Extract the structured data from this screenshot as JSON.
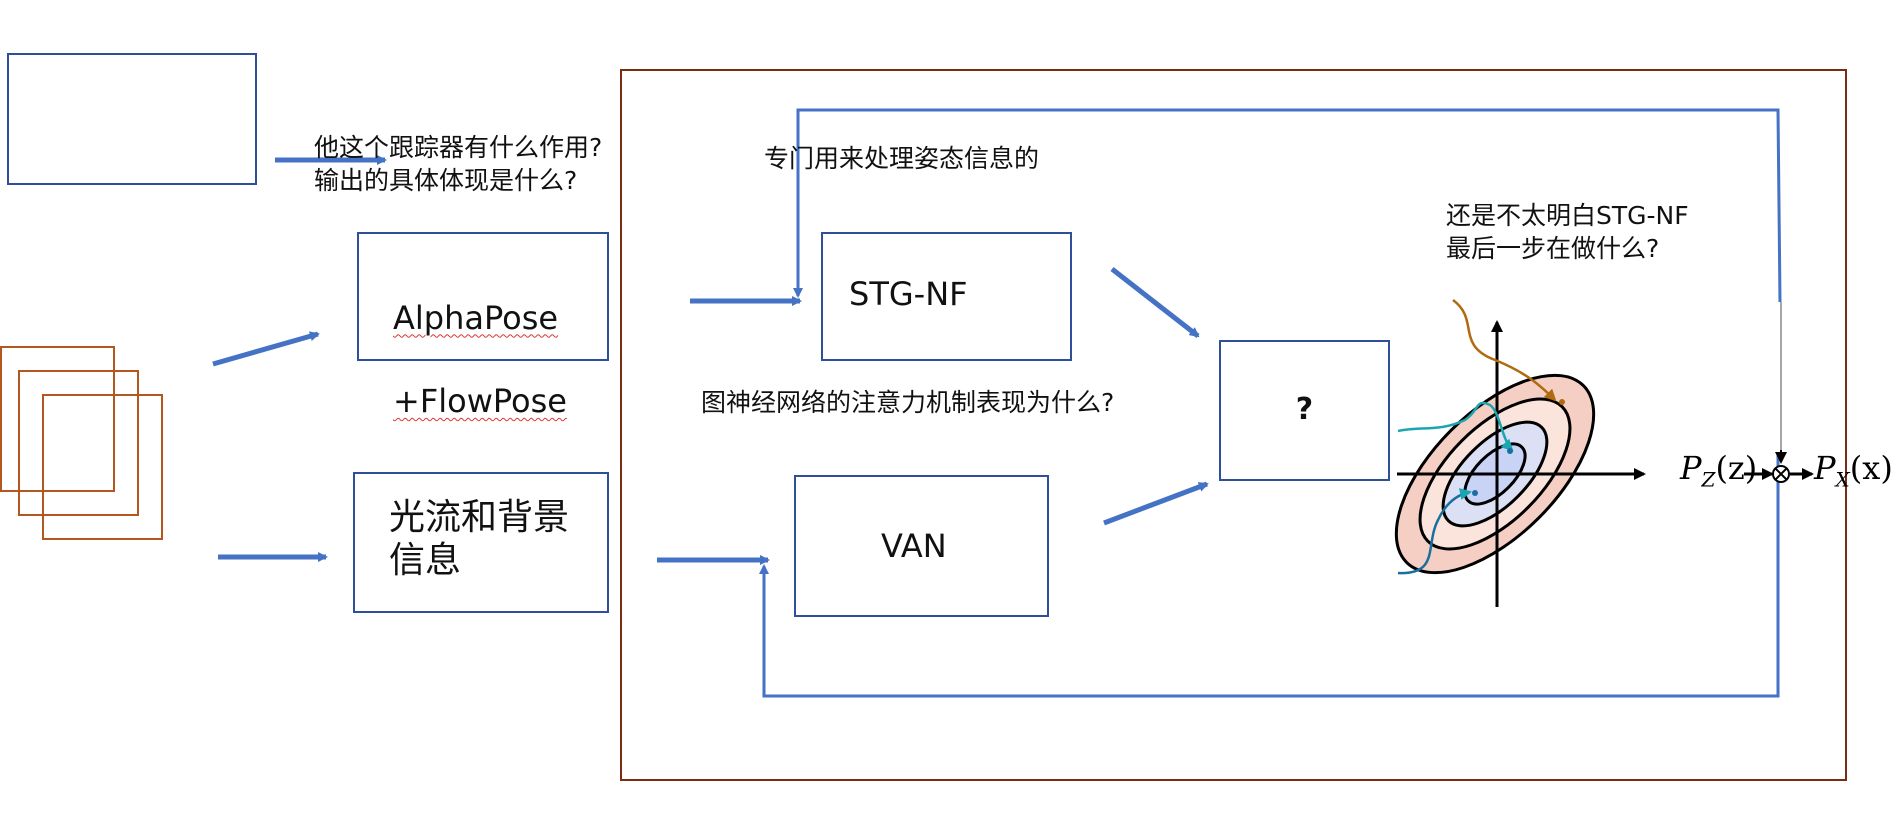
{
  "colors": {
    "blue": "#4472c4",
    "dark_blue": "#2f4f9a",
    "orange": "#b4571e",
    "frame": "#7b2b10"
  },
  "boxes": {
    "pose": {
      "line1": "AlphaPose",
      "line2": "+FlowPose"
    },
    "flow": {
      "label": "光流和背景\n信息"
    },
    "stg": {
      "label": "STG-NF"
    },
    "van": {
      "label": "VAN"
    },
    "unknown": {
      "label": "?"
    }
  },
  "notes": {
    "tracker_question": "他这个跟踪器有什么作用?\n输出的具体体现是什么?",
    "pose_processing": "专门用来处理姿态信息的",
    "gnn_attention": "图神经网络的注意力机制表现为什么?",
    "stgnf_question": "还是不太明白STG-NF\n最后一步在做什么?"
  },
  "math": {
    "pz_main": "P",
    "pz_sub": "Z",
    "pz_arg": "(z)",
    "px_main": "P",
    "px_sub": "X",
    "px_arg": "(x)"
  },
  "icons": [
    "gaussian-flow-figure",
    "frame-stack-icon",
    "tensor-product-icon"
  ]
}
